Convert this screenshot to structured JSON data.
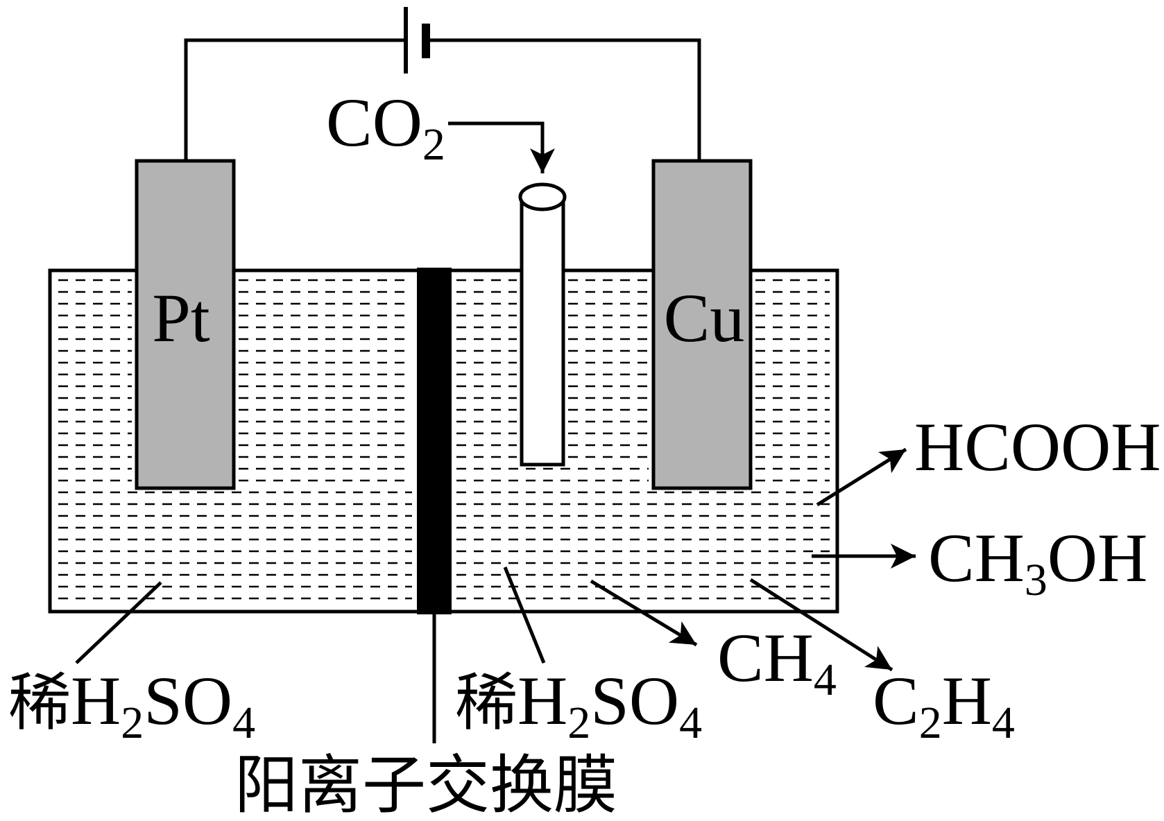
{
  "electrodes": {
    "anode_label": "Pt",
    "cathode_label": "Cu"
  },
  "gas_inlet": {
    "formula_main": "CO",
    "formula_sub": "2"
  },
  "electrolyte": {
    "left": {
      "prefix": "稀",
      "h": "H",
      "h_sub": "2",
      "so": "SO",
      "o_sub": "4"
    },
    "right": {
      "prefix": "稀",
      "h": "H",
      "h_sub": "2",
      "so": "SO",
      "o_sub": "4"
    }
  },
  "membrane": {
    "label": "阳离子交换膜"
  },
  "products": {
    "hcooh": {
      "text": "HCOOH"
    },
    "ch3oh": {
      "a": "CH",
      "sub": "3",
      "b": "OH"
    },
    "ch4": {
      "a": "CH",
      "sub": "4"
    },
    "c2h4": {
      "a": "C",
      "sub1": "2",
      "b": "H",
      "sub2": "4"
    }
  },
  "colors": {
    "electrode_fill": "#b3b3b3",
    "membrane_fill": "#000000",
    "line": "#000000",
    "background": "#ffffff"
  }
}
